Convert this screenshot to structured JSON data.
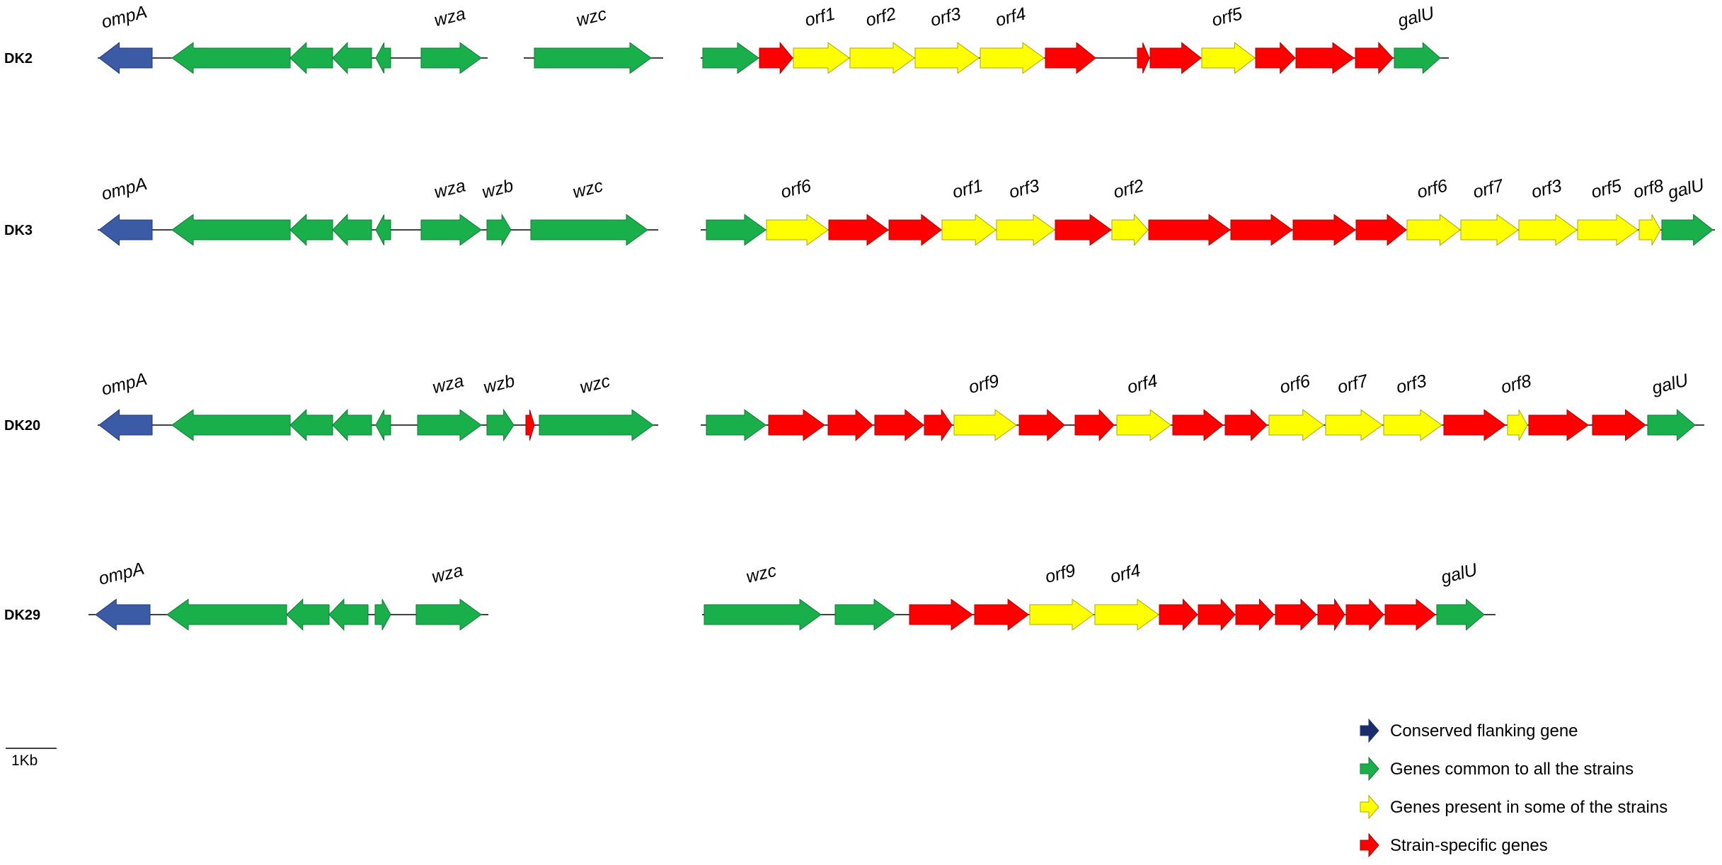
{
  "categories": {
    "conserved": {
      "fill": "#3B5BA6",
      "stroke": "#1F3A7A",
      "legend": "Conserved flanking gene"
    },
    "common": {
      "fill": "#19B04C",
      "stroke": "#0E7A33",
      "legend": "Genes common to all the strains"
    },
    "some": {
      "fill": "#FFFF00",
      "stroke": "#A8A800",
      "legend": "Genes present in some of the strains"
    },
    "specific": {
      "fill": "#FF0000",
      "stroke": "#B00000",
      "legend": "Strain-specific genes"
    }
  },
  "legend_order": [
    "conserved",
    "common",
    "some",
    "specific"
  ],
  "legend_conserved_icon_fill": "#1A2E6B",
  "scale_label": "1Kb",
  "tracks": [
    {
      "strain": "DK2",
      "segments": [
        {
          "genes": [
            {
              "name": "ompA",
              "cat": "conserved",
              "dir": -1
            },
            {
              "name": "",
              "cat": "common",
              "dir": -1
            },
            {
              "name": "",
              "cat": "common",
              "dir": -1
            },
            {
              "name": "",
              "cat": "common",
              "dir": -1
            },
            {
              "name": "",
              "cat": "common",
              "dir": -1
            },
            {
              "name": "wza",
              "cat": "common",
              "dir": 1
            }
          ]
        },
        {
          "genes": [
            {
              "name": "wzc",
              "cat": "common",
              "dir": 1
            }
          ]
        },
        {
          "genes": [
            {
              "name": "",
              "cat": "common",
              "dir": 1
            },
            {
              "name": "",
              "cat": "specific",
              "dir": 1
            },
            {
              "name": "orf1",
              "cat": "some",
              "dir": 1
            },
            {
              "name": "orf2",
              "cat": "some",
              "dir": 1
            },
            {
              "name": "orf3",
              "cat": "some",
              "dir": 1
            },
            {
              "name": "orf4",
              "cat": "some",
              "dir": 1
            },
            {
              "name": "",
              "cat": "specific",
              "dir": 1
            },
            {
              "name": "",
              "cat": "specific",
              "dir": 1
            },
            {
              "name": "",
              "cat": "specific",
              "dir": 1
            },
            {
              "name": "orf5",
              "cat": "some",
              "dir": 1
            },
            {
              "name": "",
              "cat": "specific",
              "dir": 1
            },
            {
              "name": "",
              "cat": "specific",
              "dir": 1
            },
            {
              "name": "",
              "cat": "specific",
              "dir": 1
            },
            {
              "name": "galU",
              "cat": "common",
              "dir": 1
            }
          ]
        }
      ]
    },
    {
      "strain": "DK3",
      "segments": [
        {
          "genes": [
            {
              "name": "ompA",
              "cat": "conserved",
              "dir": -1
            },
            {
              "name": "",
              "cat": "common",
              "dir": -1
            },
            {
              "name": "",
              "cat": "common",
              "dir": -1
            },
            {
              "name": "",
              "cat": "common",
              "dir": -1
            },
            {
              "name": "",
              "cat": "common",
              "dir": -1
            },
            {
              "name": "wza",
              "cat": "common",
              "dir": 1
            },
            {
              "name": "wzb",
              "cat": "common",
              "dir": 1
            },
            {
              "name": "wzc",
              "cat": "common",
              "dir": 1
            }
          ]
        },
        {
          "genes": [
            {
              "name": "",
              "cat": "common",
              "dir": 1
            },
            {
              "name": "orf6",
              "cat": "some",
              "dir": 1
            },
            {
              "name": "",
              "cat": "specific",
              "dir": 1
            },
            {
              "name": "",
              "cat": "specific",
              "dir": 1
            },
            {
              "name": "orf1",
              "cat": "some",
              "dir": 1
            },
            {
              "name": "orf3",
              "cat": "some",
              "dir": 1
            },
            {
              "name": "",
              "cat": "specific",
              "dir": 1
            },
            {
              "name": "orf2",
              "cat": "some",
              "dir": 1
            },
            {
              "name": "",
              "cat": "specific",
              "dir": 1
            },
            {
              "name": "",
              "cat": "specific",
              "dir": 1
            },
            {
              "name": "",
              "cat": "specific",
              "dir": 1
            },
            {
              "name": "",
              "cat": "specific",
              "dir": 1
            },
            {
              "name": "orf6",
              "cat": "some",
              "dir": 1
            },
            {
              "name": "orf7",
              "cat": "some",
              "dir": 1
            },
            {
              "name": "orf3",
              "cat": "some",
              "dir": 1
            },
            {
              "name": "orf5",
              "cat": "some",
              "dir": 1
            },
            {
              "name": "orf8",
              "cat": "some",
              "dir": 1
            },
            {
              "name": "galU",
              "cat": "common",
              "dir": 1
            }
          ]
        }
      ]
    },
    {
      "strain": "DK20",
      "segments": [
        {
          "genes": [
            {
              "name": "ompA",
              "cat": "conserved",
              "dir": -1
            },
            {
              "name": "",
              "cat": "common",
              "dir": -1
            },
            {
              "name": "",
              "cat": "common",
              "dir": -1
            },
            {
              "name": "",
              "cat": "common",
              "dir": -1
            },
            {
              "name": "",
              "cat": "common",
              "dir": -1
            },
            {
              "name": "wza",
              "cat": "common",
              "dir": 1
            },
            {
              "name": "wzb",
              "cat": "common",
              "dir": 1
            },
            {
              "name": "",
              "cat": "specific",
              "dir": 1
            },
            {
              "name": "wzc",
              "cat": "common",
              "dir": 1
            }
          ]
        },
        {
          "genes": [
            {
              "name": "",
              "cat": "common",
              "dir": 1
            },
            {
              "name": "",
              "cat": "specific",
              "dir": 1
            },
            {
              "name": "",
              "cat": "specific",
              "dir": 1
            },
            {
              "name": "",
              "cat": "specific",
              "dir": 1
            },
            {
              "name": "",
              "cat": "specific",
              "dir": 1
            },
            {
              "name": "orf9",
              "cat": "some",
              "dir": 1
            },
            {
              "name": "",
              "cat": "specific",
              "dir": 1
            },
            {
              "name": "",
              "cat": "specific",
              "dir": 1
            },
            {
              "name": "orf4",
              "cat": "some",
              "dir": 1
            },
            {
              "name": "",
              "cat": "specific",
              "dir": 1
            },
            {
              "name": "",
              "cat": "specific",
              "dir": 1
            },
            {
              "name": "orf6",
              "cat": "some",
              "dir": 1
            },
            {
              "name": "orf7",
              "cat": "some",
              "dir": 1
            },
            {
              "name": "orf3",
              "cat": "some",
              "dir": 1
            },
            {
              "name": "",
              "cat": "specific",
              "dir": 1
            },
            {
              "name": "orf8",
              "cat": "some",
              "dir": 1
            },
            {
              "name": "",
              "cat": "specific",
              "dir": 1
            },
            {
              "name": "",
              "cat": "specific",
              "dir": 1
            },
            {
              "name": "galU",
              "cat": "common",
              "dir": 1
            }
          ]
        }
      ]
    },
    {
      "strain": "DK29",
      "segments": [
        {
          "genes": [
            {
              "name": "ompA",
              "cat": "conserved",
              "dir": -1
            },
            {
              "name": "",
              "cat": "common",
              "dir": -1
            },
            {
              "name": "",
              "cat": "common",
              "dir": -1
            },
            {
              "name": "",
              "cat": "common",
              "dir": -1
            },
            {
              "name": "",
              "cat": "common",
              "dir": 1
            },
            {
              "name": "wza",
              "cat": "common",
              "dir": 1
            }
          ]
        },
        {
          "genes": [
            {
              "name": "wzc",
              "cat": "common",
              "dir": 1
            },
            {
              "name": "",
              "cat": "common",
              "dir": 1
            },
            {
              "name": "",
              "cat": "specific",
              "dir": 1
            },
            {
              "name": "",
              "cat": "specific",
              "dir": 1
            },
            {
              "name": "orf9",
              "cat": "some",
              "dir": 1
            },
            {
              "name": "orf4",
              "cat": "some",
              "dir": 1
            },
            {
              "name": "",
              "cat": "specific",
              "dir": 1
            },
            {
              "name": "",
              "cat": "specific",
              "dir": 1
            },
            {
              "name": "",
              "cat": "specific",
              "dir": 1
            },
            {
              "name": "",
              "cat": "specific",
              "dir": 1
            },
            {
              "name": "",
              "cat": "specific",
              "dir": 1
            },
            {
              "name": "",
              "cat": "specific",
              "dir": 1
            },
            {
              "name": "",
              "cat": "specific",
              "dir": 1
            },
            {
              "name": "galU",
              "cat": "common",
              "dir": 1
            }
          ]
        }
      ]
    }
  ]
}
